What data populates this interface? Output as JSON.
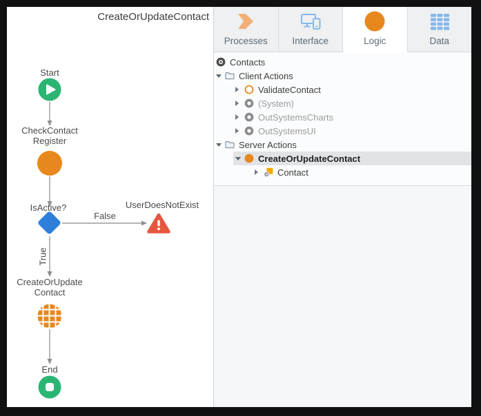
{
  "canvas": {
    "title": "CreateOrUpdateContact"
  },
  "tabs": [
    {
      "label": "Processes",
      "icon": "processes-icon",
      "active": false
    },
    {
      "label": "Interface",
      "icon": "interface-icon",
      "active": false
    },
    {
      "label": "Logic",
      "icon": "logic-icon",
      "active": true
    },
    {
      "label": "Data",
      "icon": "data-icon",
      "active": false
    }
  ],
  "flow": {
    "nodes": [
      {
        "id": "start",
        "type": "start",
        "label": "Start"
      },
      {
        "id": "check-contact-register",
        "type": "execute-action",
        "label": "CheckContact\nRegister"
      },
      {
        "id": "is-active",
        "type": "if",
        "label": "IsActive?"
      },
      {
        "id": "user-does-not-exist",
        "type": "raise-exception",
        "label": "UserDoesNotExist"
      },
      {
        "id": "create-or-update-contact",
        "type": "entity-action",
        "label": "CreateOrUpdate\nContact"
      },
      {
        "id": "end",
        "type": "end",
        "label": "End"
      }
    ],
    "branches": {
      "true_label": "True",
      "false_label": "False"
    }
  },
  "tree": {
    "items": [
      {
        "label": "Contacts",
        "level": 0,
        "icon": "module-icon",
        "expander": "none",
        "muted": false,
        "selected": false
      },
      {
        "label": "Client Actions",
        "level": 1,
        "icon": "folder-icon",
        "expander": "down",
        "muted": false,
        "selected": false
      },
      {
        "label": "ValidateContact",
        "level": 2,
        "icon": "client-action-icon",
        "expander": "right",
        "muted": false,
        "selected": false
      },
      {
        "label": "(System)",
        "level": 2,
        "icon": "reference-icon",
        "expander": "right",
        "muted": true,
        "selected": false
      },
      {
        "label": "OutSystemsCharts",
        "level": 2,
        "icon": "reference-icon",
        "expander": "right",
        "muted": true,
        "selected": false
      },
      {
        "label": "OutSystemsUI",
        "level": 2,
        "icon": "reference-icon",
        "expander": "right",
        "muted": true,
        "selected": false
      },
      {
        "label": "Server Actions",
        "level": 1,
        "icon": "folder-icon",
        "expander": "down",
        "muted": false,
        "selected": false
      },
      {
        "label": "CreateOrUpdateContact",
        "level": 2,
        "icon": "server-action-icon",
        "expander": "down",
        "muted": false,
        "selected": true
      },
      {
        "label": "Contact",
        "level": 3,
        "icon": "entity-icon",
        "expander": "right",
        "muted": false,
        "selected": false
      }
    ]
  },
  "colors": {
    "green": "#2BB573",
    "orange": "#E8871E",
    "blue": "#2E7FD9",
    "red": "#E4573F",
    "tab-orange": "#F2B077",
    "tab-blue": "#85B7EC",
    "selection": "#E2E3E5"
  }
}
